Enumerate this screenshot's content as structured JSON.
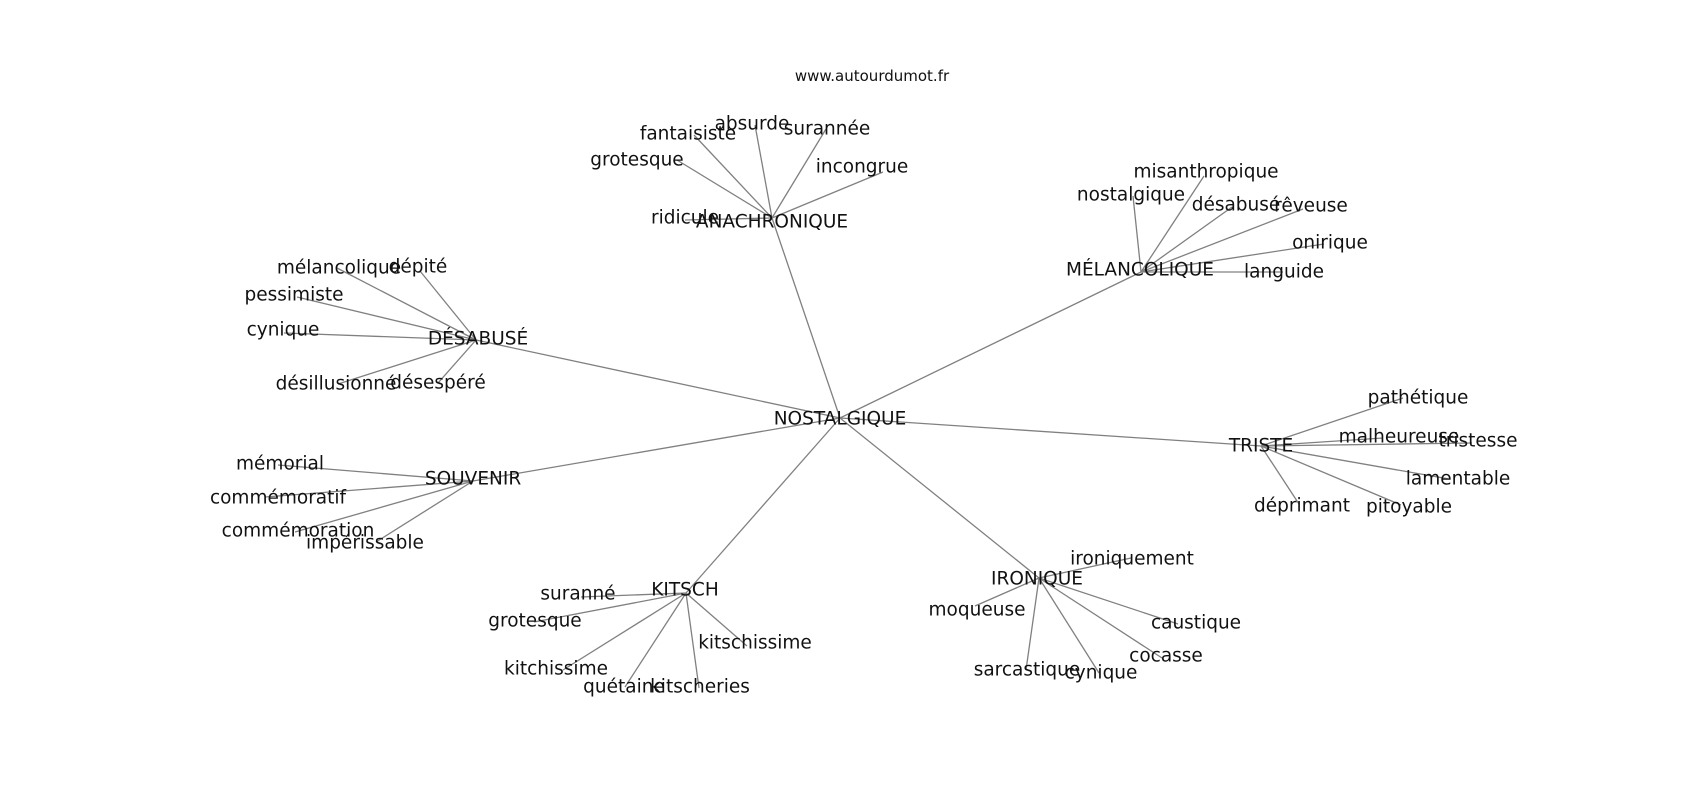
{
  "source": "www.autourdumot.fr",
  "center": {
    "id": "nostalgique",
    "label": "NOSTALGIQUE"
  },
  "clusters": [
    {
      "id": "anachronique",
      "label": "ANACHRONIQUE",
      "leaves": [
        "ridicule",
        "grotesque",
        "fantaisiste",
        "absurde",
        "surannée",
        "incongrue"
      ]
    },
    {
      "id": "melancolique",
      "label": "MÉLANCOLIQUE",
      "leaves": [
        "nostalgique",
        "misanthropique",
        "désabusé",
        "rêveuse",
        "onirique",
        "languide"
      ]
    },
    {
      "id": "desabuse",
      "label": "DÉSABUSÉ",
      "leaves": [
        "mélancolique",
        "dépité",
        "pessimiste",
        "cynique",
        "désillusionné",
        "désespéré"
      ]
    },
    {
      "id": "triste",
      "label": "TRISTE",
      "leaves": [
        "pathétique",
        "malheureuse",
        "tristesse",
        "lamentable",
        "pitoyable",
        "déprimant"
      ]
    },
    {
      "id": "souvenir",
      "label": "SOUVENIR",
      "leaves": [
        "mémorial",
        "commémoratif",
        "commémoration",
        "impérissable"
      ]
    },
    {
      "id": "kitsch",
      "label": "KITSCH",
      "leaves": [
        "suranné",
        "grotesque",
        "kitchissime",
        "quétaine",
        "kitscheries",
        "kitschissime"
      ]
    },
    {
      "id": "ironique",
      "label": "IRONIQUE",
      "leaves": [
        "ironiquement",
        "moqueuse",
        "caustique",
        "cocasse",
        "sarcastique",
        "cynique"
      ]
    }
  ]
}
